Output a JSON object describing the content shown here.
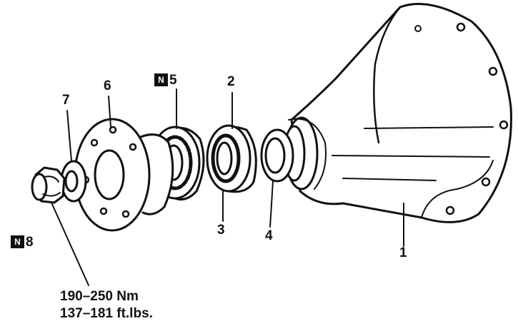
{
  "callouts": {
    "p1": "1",
    "p2": "2",
    "p3": "3",
    "p4": "4",
    "p5": "5",
    "p6": "6",
    "p7": "7",
    "p8": "8",
    "n_mark": "N"
  },
  "torque": {
    "nm": "190–250 Nm",
    "ftlbs": "137–181 ft.lbs."
  }
}
